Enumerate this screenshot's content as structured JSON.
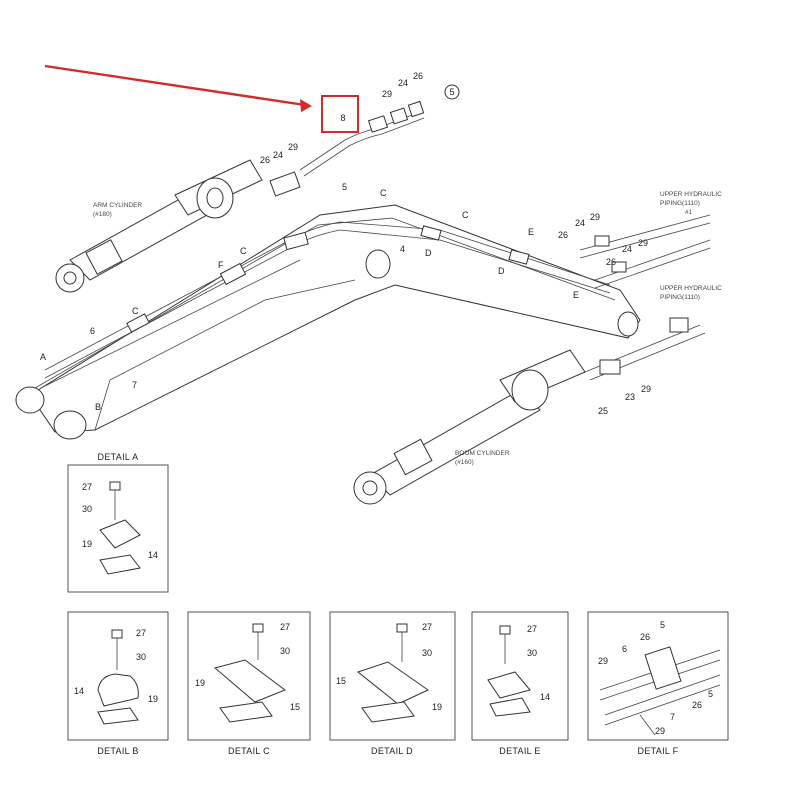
{
  "callout": {
    "number": "8",
    "color": "#d42a2a"
  },
  "labels": {
    "arm_cylinder": "ARM CYLINDER",
    "arm_cylinder_ref": "(#180)",
    "boom_cylinder": "BOOM CYLINDER",
    "boom_cylinder_ref": "(#160)",
    "upper_hyd_top": "UPPER HYDRAULIC",
    "upper_hyd_top_ref": "PIPING(1110)",
    "upper_hyd_top_sub": "#1",
    "upper_hyd_bottom": "UPPER HYDRAULIC",
    "upper_hyd_bottom_ref": "PIPING(1110)"
  },
  "main_callouts": {
    "top_29": "29",
    "top_24": "24",
    "top_26": "26",
    "top_5": "5",
    "mid_26": "26",
    "mid_24": "24",
    "mid_29": "29",
    "boom_5": "5",
    "c_top": "C",
    "c_mid": "C",
    "e_mid": "E",
    "d_left": "D",
    "d_right": "D",
    "e_right": "E",
    "n4": "4",
    "f_label": "F",
    "c_left": "C",
    "n6": "6",
    "a_label": "A",
    "b_label": "B",
    "n7": "7",
    "r_26": "26",
    "r_24": "24",
    "r_29": "29",
    "r2_26": "26",
    "r2_24": "24",
    "r2_29": "29",
    "b_25": "25",
    "b_23": "23",
    "b_29": "29"
  },
  "details": [
    {
      "id": "A",
      "caption": "DETAIL A",
      "callouts": [
        "27",
        "30",
        "19",
        "14"
      ]
    },
    {
      "id": "B",
      "caption": "DETAIL B",
      "callouts": [
        "27",
        "30",
        "14",
        "19"
      ]
    },
    {
      "id": "C",
      "caption": "DETAIL C",
      "callouts": [
        "27",
        "30",
        "19",
        "15"
      ]
    },
    {
      "id": "D",
      "caption": "DETAIL D",
      "callouts": [
        "27",
        "30",
        "15",
        "19"
      ]
    },
    {
      "id": "E",
      "caption": "DETAIL E",
      "callouts": [
        "27",
        "30",
        "14"
      ]
    },
    {
      "id": "F",
      "caption": "DETAIL F",
      "callouts": [
        "5",
        "26",
        "29",
        "6",
        "5",
        "26",
        "7",
        "29"
      ]
    }
  ]
}
